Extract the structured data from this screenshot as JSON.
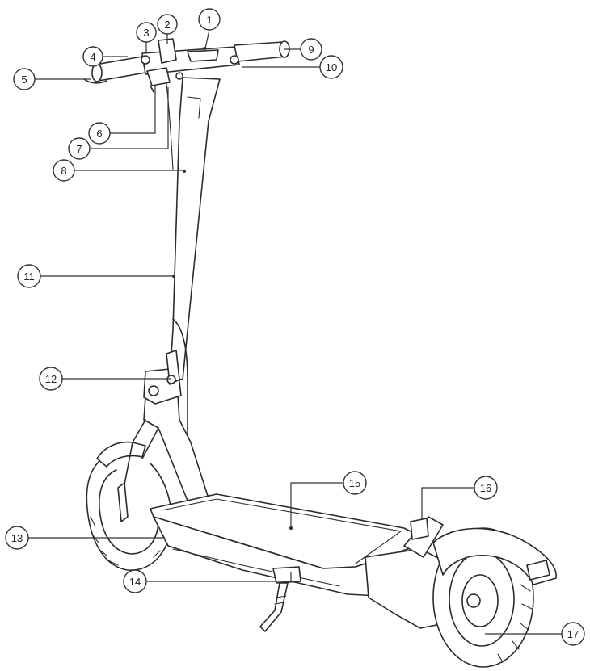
{
  "diagram": {
    "callouts": [
      {
        "id": "c1",
        "number": "1"
      },
      {
        "id": "c2",
        "number": "2"
      },
      {
        "id": "c3",
        "number": "3"
      },
      {
        "id": "c4",
        "number": "4"
      },
      {
        "id": "c5",
        "number": "5"
      },
      {
        "id": "c6",
        "number": "6"
      },
      {
        "id": "c7",
        "number": "7"
      },
      {
        "id": "c8",
        "number": "8"
      },
      {
        "id": "c9",
        "number": "9"
      },
      {
        "id": "c10",
        "number": "10"
      },
      {
        "id": "c11",
        "number": "11"
      },
      {
        "id": "c12",
        "number": "12"
      },
      {
        "id": "c13",
        "number": "13"
      },
      {
        "id": "c14",
        "number": "14"
      },
      {
        "id": "c15",
        "number": "15"
      },
      {
        "id": "c16",
        "number": "16"
      },
      {
        "id": "c17",
        "number": "17"
      }
    ],
    "colors": {
      "line": "#2b2b2b",
      "background": "#ffffff"
    }
  }
}
